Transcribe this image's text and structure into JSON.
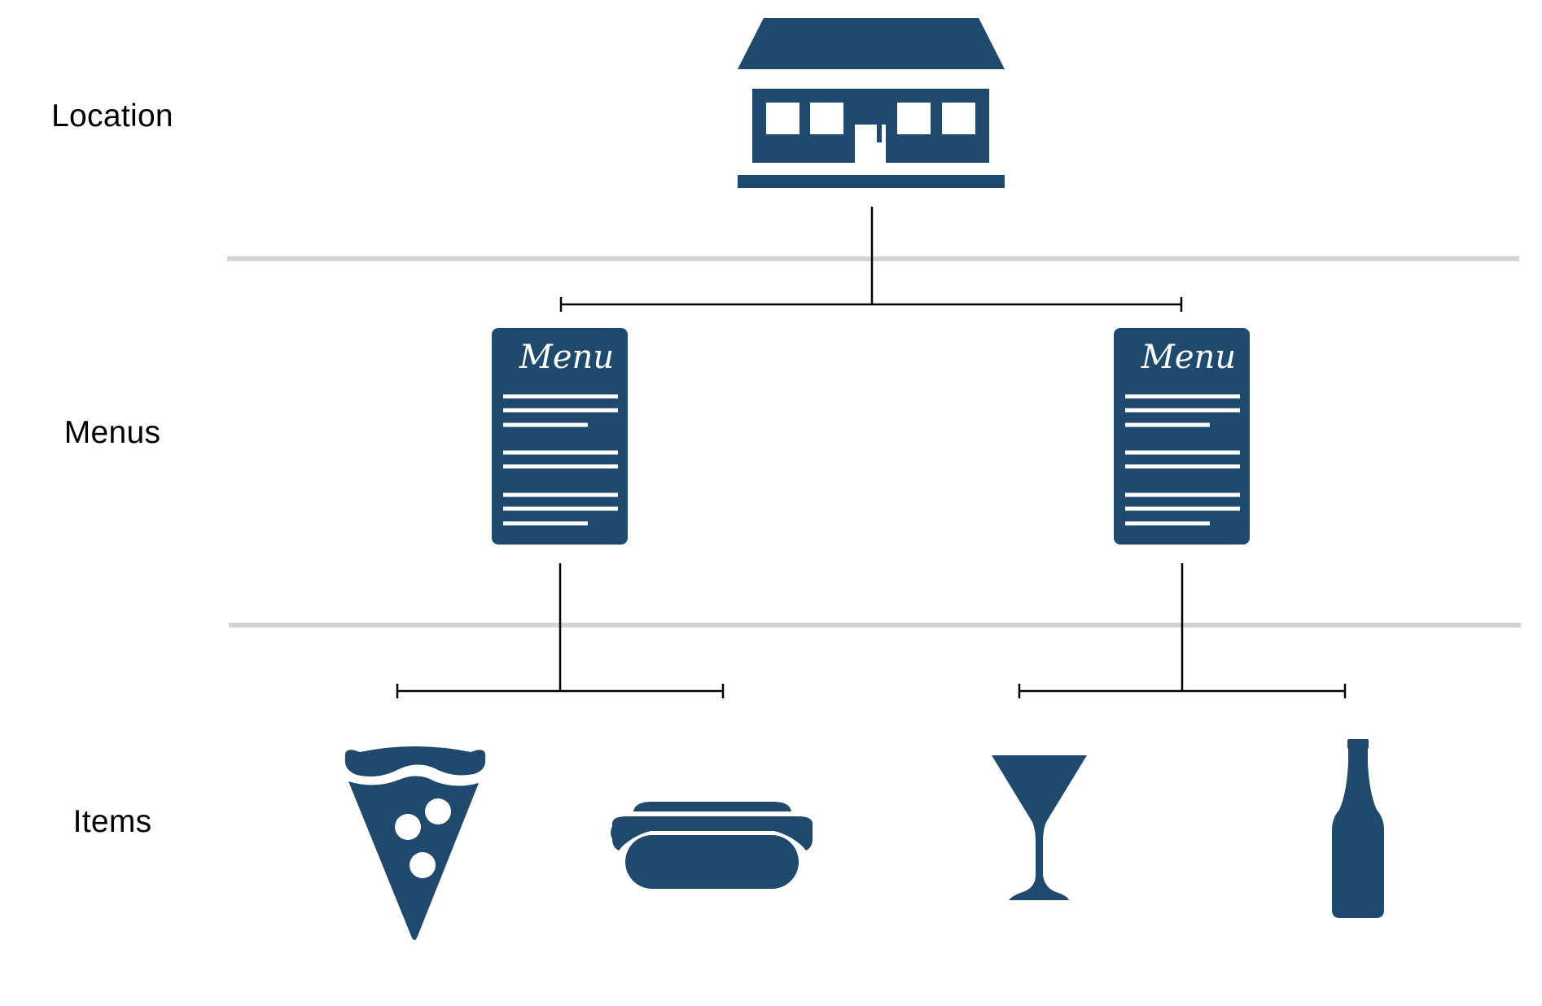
{
  "labels": {
    "location": "Location",
    "menus": "Menus",
    "items": "Items"
  },
  "menu_card_title": "Menu",
  "icons": {
    "location": "restaurant-building-icon",
    "menus": [
      "menu-card-icon",
      "menu-card-icon"
    ],
    "items": [
      "pizza-slice-icon",
      "hot-dog-icon",
      "martini-glass-icon",
      "beer-bottle-icon"
    ]
  },
  "colors": {
    "icon": "#1f4a6e",
    "divider": "#d3d3d3",
    "connector": "#000000",
    "text": "#000000"
  }
}
